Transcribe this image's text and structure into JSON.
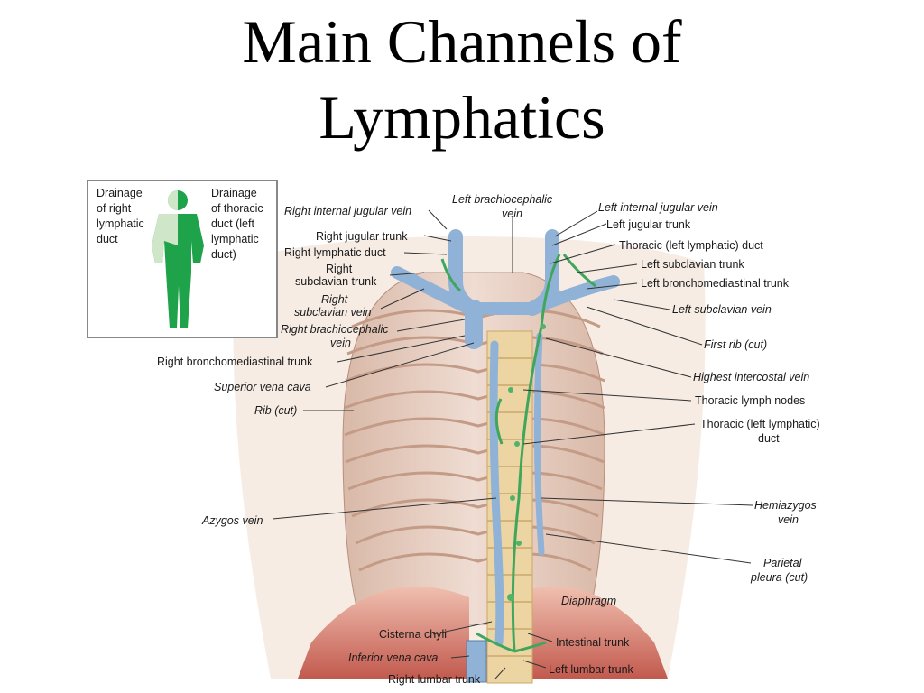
{
  "slide": {
    "title_line1": "Main Channels of",
    "title_line2": "Lymphatics"
  },
  "inset": {
    "left_label": [
      "Drainage",
      "of right",
      "lymphatic",
      "duct"
    ],
    "right_label": [
      "Drainage",
      "of thoracic",
      "duct (left",
      "lymphatic",
      "duct)"
    ],
    "colors": {
      "right_region": "#cfe6c8",
      "left_region": "#1fa34a",
      "frame": "#888888"
    }
  },
  "labels": {
    "right_internal_jugular_vein": "Right internal jugular vein",
    "left_brachiocephalic_vein_1": "Left brachiocephalic",
    "left_brachiocephalic_vein_2": "vein",
    "left_internal_jugular_vein": "Left internal jugular vein",
    "right_jugular_trunk": "Right jugular trunk",
    "left_jugular_trunk": "Left jugular trunk",
    "right_lymphatic_duct": "Right lymphatic duct",
    "thoracic_left_lymphatic_duct_top": "Thoracic (left lymphatic) duct",
    "right_subclavian_trunk_1": "Right",
    "right_subclavian_trunk_2": "subclavian trunk",
    "left_subclavian_trunk": "Left subclavian trunk",
    "left_bronchomediastinal_trunk": "Left bronchomediastinal trunk",
    "right_subclavian_vein_1": "Right",
    "right_subclavian_vein_2": "subclavian vein",
    "left_subclavian_vein": "Left subclavian vein",
    "right_brachiocephalic_vein_1": "Right brachiocephalic",
    "right_brachiocephalic_vein_2": "vein",
    "first_rib": "First rib (cut)",
    "right_bronchomediastinal_trunk": "Right bronchomediastinal trunk",
    "highest_intercostal_vein": "Highest intercostal vein",
    "superior_vena_cava": "Superior vena cava",
    "thoracic_lymph_nodes": "Thoracic lymph nodes",
    "rib_cut": "Rib (cut)",
    "thoracic_duct_mid_1": "Thoracic (left lymphatic)",
    "thoracic_duct_mid_2": "duct",
    "azygos_vein": "Azygos vein",
    "hemiazygos_vein_1": "Hemiazygos",
    "hemiazygos_vein_2": "vein",
    "parietal_pleura_1": "Parietal",
    "parietal_pleura_2": "pleura (cut)",
    "diaphragm": "Diaphragm",
    "cisterna_chyli": "Cisterna chyli",
    "intestinal_trunk": "Intestinal trunk",
    "inferior_vena_cava": "Inferior vena cava",
    "left_lumbar_trunk": "Left lumbar trunk",
    "right_lumbar_trunk": "Right lumbar trunk"
  },
  "colors": {
    "vein": "#8fb2d6",
    "lymph": "#3fa65c",
    "rib": "#e6cfc2",
    "diaphragm": "#cf6a5e",
    "spine": "#e9cf98"
  }
}
